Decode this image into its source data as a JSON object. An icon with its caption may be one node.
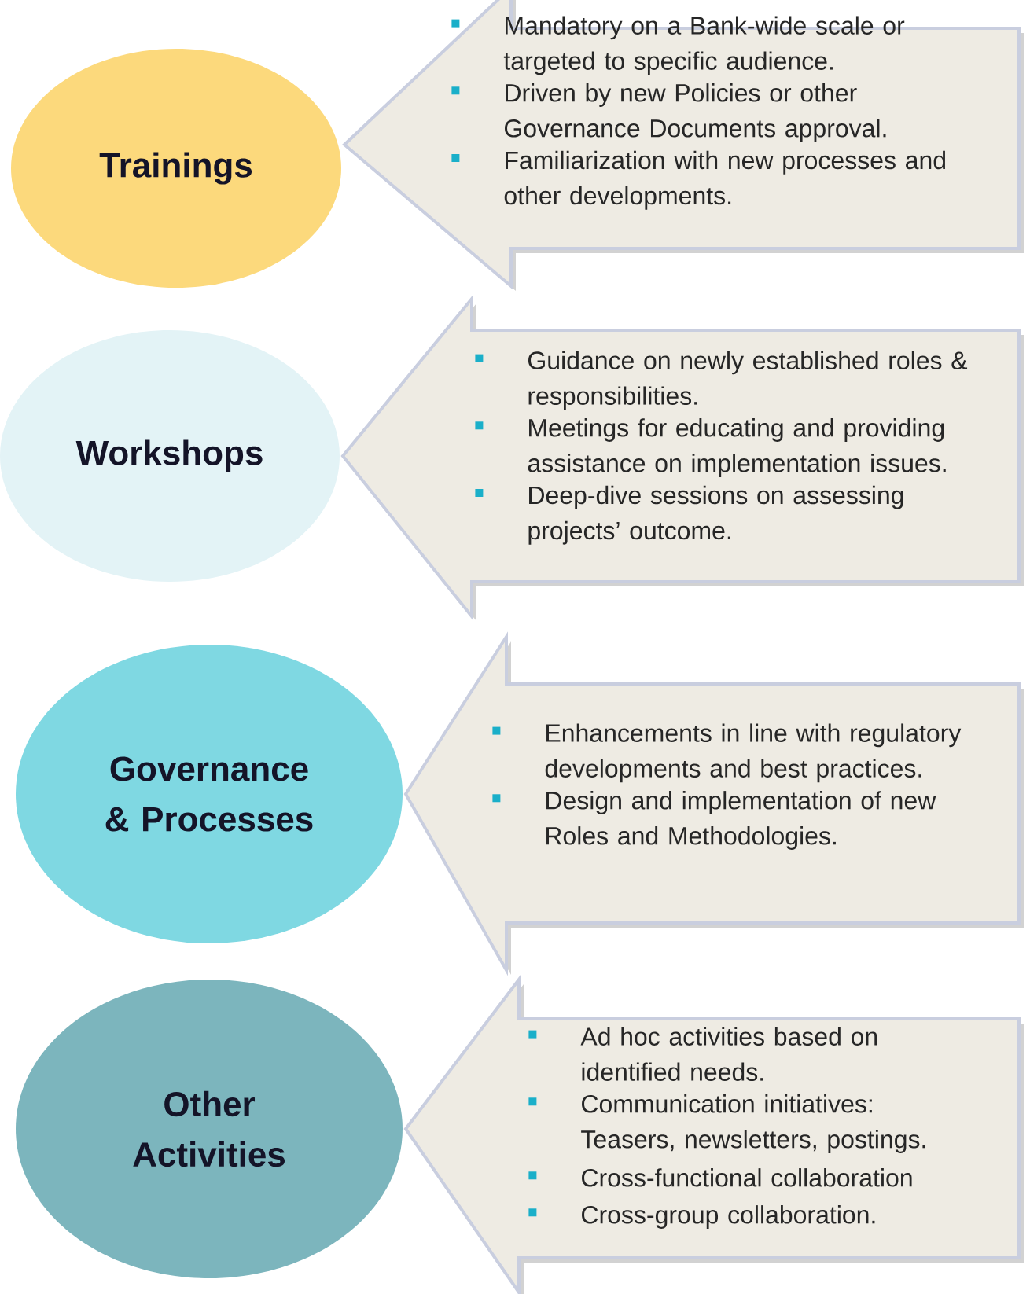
{
  "diagram": {
    "nodes": [
      {
        "text": [
          "Trainings"
        ]
      },
      {
        "text": [
          "Mandatory on a Bank-wide scale or targeted to specific audience.",
          "Driven by new Policies or other Governance Documents approval.",
          "Familiarization with new processes and other developments."
        ]
      },
      {
        "text": [
          "Workshops"
        ]
      },
      {
        "text": [
          "Guidance on newly established roles & responsibilities.",
          "Meetings for educating and providing assistance on implementation issues.",
          "Deep-dive sessions on assessing projects’ outcome."
        ]
      },
      {
        "text": [
          "Governance & Processes"
        ]
      },
      {
        "text": [
          "Enhancements in line with regulatory developments and best practices.",
          "Design and implementation of new Roles and Methodologies."
        ]
      },
      {
        "text": [
          "Other Activities"
        ]
      },
      {
        "text": [
          "Ad hoc activities based on identified needs.",
          "Communication initiatives: Teasers, newsletters, postings.",
          "Cross-functional collaboration",
          "Cross-group collaboration."
        ]
      }
    ]
  }
}
